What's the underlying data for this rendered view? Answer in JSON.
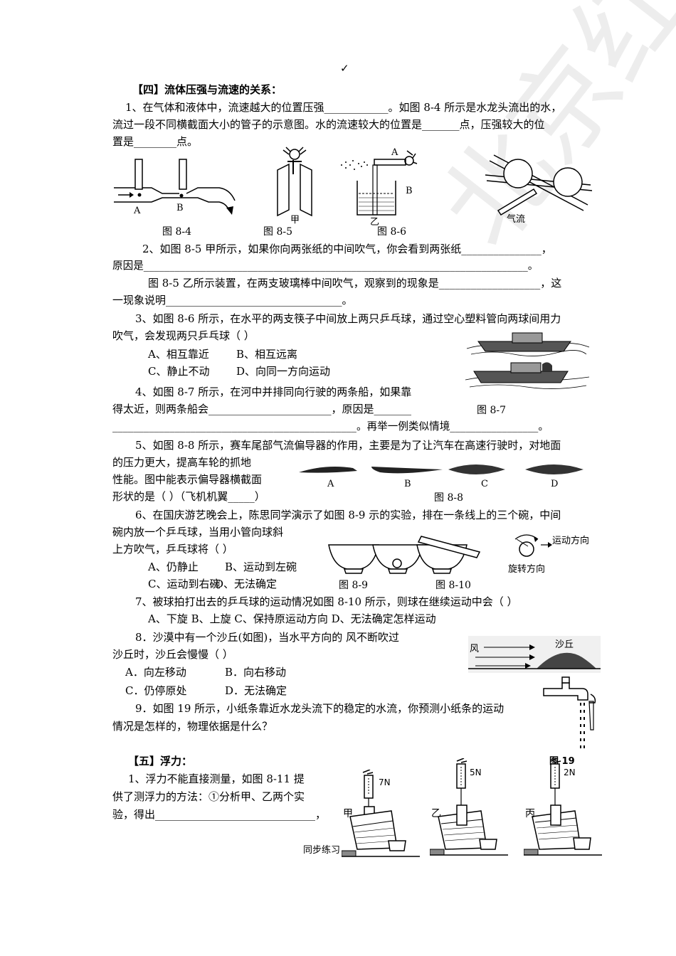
{
  "header": {
    "check_mark": "✓"
  },
  "section4": {
    "title": "【四】流体压强与流速的关系：",
    "q1": {
      "line1": "1、在气体和液体中，流速越大的位置压强____________。如图 8-4 所示是水龙头流出的水，",
      "line2": "流过一段不同横截面大小的管子的示意图。水的流速较大的位置是_______点，压强较大的位",
      "line3": "置是________点。"
    },
    "figures_row1": {
      "fig84_label_a": "A",
      "fig84_label_b": "B",
      "fig85_label": "甲",
      "fig86_label_yi": "乙",
      "fig86_label_a": "A",
      "fig86_label_b": "B",
      "airflow_label": "气流",
      "cap_84": "图 8-4",
      "cap_85": "图 8-5",
      "cap_86": "图 8-6"
    },
    "q2": {
      "line1": "2、如图 8-5 甲所示，如果你向两张纸的中间吹气，你会看到两张纸_______________，",
      "line2": "原因是__________________________________________________________________________。",
      "line3": "图 8-5 乙所示装置，在两支玻璃棒中间吹气，观察到的现象是___________________，这",
      "line4": "一现象说明_________________________________。"
    },
    "q3": {
      "line1": "3、如图 8-6 所示，在水平的两支筷子中间放上两只乒乓球，通过空心塑料管向两球间用力",
      "line2": "吹气，会发现两只乒乓球（    ）",
      "opt_a": "A、相互靠近",
      "opt_b": "B、相互远离",
      "opt_c": "C、静止不动",
      "opt_d": "D、向同一方向运动"
    },
    "q4": {
      "line1": "4、如图 8-7 所示，在河中并排同向行驶的两条船，如果靠",
      "line2": "得太近，则两条船会_______________________，原因是_______",
      "cap_87": "图 8-7",
      "line3": "_______________________________________________。再举一例类似情境_________________。"
    },
    "q5": {
      "line1": "5、如图 8-8 所示，赛车尾部气流偏导器的作用，主要是为了让汽车在高速行驶时，对地面",
      "line2": "的压力更大，提高车轮的抓地",
      "line3": "性能。图中能表示偏导器横截面",
      "line4": "形状的是（     ）（飞机机翼_____）",
      "label_a": "A",
      "label_b": "B",
      "label_c": "C",
      "label_d": "D",
      "cap_88": "图 8-8"
    },
    "q6": {
      "line1": "6、在国庆游艺晚会上，陈思同学演示了如图 8-9 示的实验，排在一条线上的三个碗，中间",
      "line2": "碗内放一个乒乓球，当用小管向球斜",
      "line3": "上方吹气，乒乓球将（   ）",
      "opt_a": "A、仍静止",
      "opt_b": "B、运动到左碗",
      "opt_c": "C、运动到右碗",
      "opt_d": "D、无法确定",
      "cap_89": "图 8-9",
      "cap_810": "图 8-10",
      "motion_dir": "运动方向",
      "spin_dir": "旋转方向"
    },
    "q7": {
      "line1": "7、被球拍打出去的乒乓球的运动情况如图 8-10 所示，则球在继续运动中会（   ）",
      "options": "A、下旋     B、上旋     C、保持原运动方向     D、无法确定怎样运动"
    },
    "q8": {
      "line1": "8．沙漠中有一个沙丘(如图)，当水平方向的     风不断吹过",
      "line2": "沙丘时，沙丘会慢慢（   ）",
      "opt_a": "A．向左移动",
      "opt_b": "B．向右移动",
      "opt_c": "C．仍停原处",
      "opt_d": "D．无法确定",
      "wind_label": "风",
      "dune_label": "沙丘"
    },
    "q9": {
      "line1": "9．如图 19 所示，小纸条靠近水龙头流下的稳定的水流，你预测小纸条的运动",
      "line2": "情况是怎样的，物理依据是什么？",
      "cap_19": "图 19"
    }
  },
  "section5": {
    "title": "【五】浮力：",
    "q1": {
      "line1": "1、浮力不能直接测量，如图 8-11 提",
      "line2": "供了测浮力的方法：①分析甲、乙两个实",
      "line3": "验，得出______________________________，"
    },
    "fig811": {
      "jia": "甲",
      "yi": "乙",
      "bing": "丙",
      "reading_1": "7N",
      "reading_2": "5N",
      "reading_3": "2N"
    }
  },
  "footer": {
    "text": "同步练习"
  },
  "watermark": {
    "text": "北京红星雷派"
  }
}
